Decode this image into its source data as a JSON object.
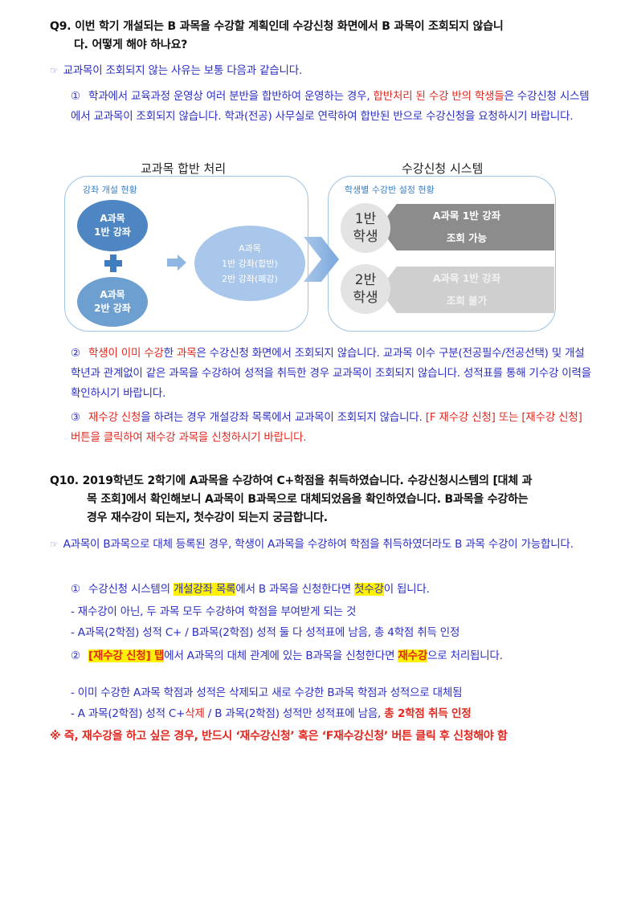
{
  "q9": {
    "number": "Q9.",
    "title_line1": "이번 학기 개설되는 B 과목을 수강할 계획인데 수강신청 화면에서 B 과목이 조회되지 않습니",
    "title_line2": "다. 어떻게 해야 하나요?",
    "answer_icon": "pointing-hand-icon",
    "answer_intro": "교과목이 조회되지 않는 사유는 보통 다음과 같습니다.",
    "items": [
      {
        "marker": "①",
        "text_a": "학과에서 교육과정 운영상 여러 분반을 합반하여 운영하는 경우, ",
        "text_red": "합반처리 된 수강 반의 학생들",
        "text_b": "은 수강신청 시스템에서 교과목이 조회되지 않습니다. 학과(전공) 사무실로 연락하여 합반된 반으로 수강신청을 요청하시기 바랍니다."
      },
      {
        "marker": "②",
        "red1": "학생이 이미 수강",
        "mid1": "한 ",
        "red2": "과목",
        "text": "은 수강신청 화면에서 조회되지 않습니다. 교과목 이수 구분(전공필수/전공선택) 및 개설 학년과 관계없이 같은 과목을 수강하여 성적을 취득한 경우 교과목이 조회되지 않습니다. 성적표를 통해 기수강 이력을 확인하시기 바랍니다."
      },
      {
        "marker": "③",
        "red1": "재수강 신청",
        "text": "을 하려는 경우 개설강좌 목록에서 교과목이 조회되지 않습니다. ",
        "red2": "[F 재수강 신청] 또는 [재수강 신청] 버튼을 클릭하여 재수강 과목을 신청하시기 바랍니다."
      }
    ]
  },
  "diagram": {
    "left_title": "교과목 합반 처리",
    "right_title": "수강신청 시스템",
    "left_box_label": "강좌 개설 현황",
    "right_box_label": "학생별 수강반 설정 현황",
    "ellipse1": [
      "A과목",
      "1반 강좌"
    ],
    "ellipse2": [
      "A과목",
      "2반 강좌"
    ],
    "merged": [
      "A과목",
      "1반 강좌(합반)",
      "2반 강좌(폐강)"
    ],
    "student1": [
      "1반",
      "학생"
    ],
    "student2": [
      "2반",
      "학생"
    ],
    "banner1": [
      "A과목 1반 강좌",
      "조회 가능"
    ],
    "banner2": [
      "A과목 1반 강좌",
      "조회 불가"
    ],
    "colors": {
      "dark_blue": "#4d86c2",
      "mid_blue": "#6d9fd1",
      "light_blue": "#a9c7ea",
      "box_border": "#9dc3e6",
      "banner_dark": "#8c8c8c",
      "banner_light": "#cfcfcf"
    }
  },
  "q10": {
    "number": "Q10.",
    "title_line1": "2019학년도 2학기에 A과목을 수강하여 C+학점을 취득하였습니다. 수강신청시스템의 [대체 과",
    "title_line2": "목 조회]에서 확인해보니 A과목이 B과목으로 대체되었음을 확인하였습니다. B과목을 수강하는",
    "title_line3": "경우 재수강이 되는지, 첫수강이 되는지 궁금합니다.",
    "answer_icon": "pointing-hand-icon",
    "answer_intro": "A과목이 B과목으로 대체 등록된 경우, 학생이 A과목을 수강하여 학점을 취득하였더라도 B 과목 수강이 가능합니다.",
    "item1": {
      "marker": "①",
      "pre": "수강신청 시스템의 ",
      "hl1": "개설강좌 목록",
      "mid": "에서 B 과목을 신청한다면 ",
      "hl2": "첫수강",
      "post": "이 됩니다."
    },
    "item1_dashes": [
      "- 재수강이 아닌, 두 과목 모두 수강하여 학점을 부여받게 되는 것",
      "- A과목(2학점) 성적 C+ / B과목(2학점) 성적 둘 다 성적표에 남음, 총 4학점 취득 인정"
    ],
    "item2": {
      "marker": "②",
      "hl1": "[재수강 신청] 탭",
      "mid": "에서 A과목의 대체 관계에 있는 B과목을 신청한다면 ",
      "hl2": "재수강",
      "post": "으로 처리됩니다."
    },
    "item2_dash1": "- 이미 수강한 A과목 학점과 성적은 삭제되고 새로 수강한 B과목 학점과 성적으로 대체됨",
    "item2_dash2": {
      "pre": "- A 과목(2학점) 성적 C+",
      "red": "삭제",
      "mid": " / B 과목(2학점) 성적만 성적표에 남음, ",
      "bold_red": "총 2학점 취득 인정"
    },
    "note": "※ 즉, 재수강을 하고 싶은 경우, 반드시 ‘재수강신청’ 혹은 ‘F재수강신청’ 버튼 클릭 후 신청해야 함"
  }
}
